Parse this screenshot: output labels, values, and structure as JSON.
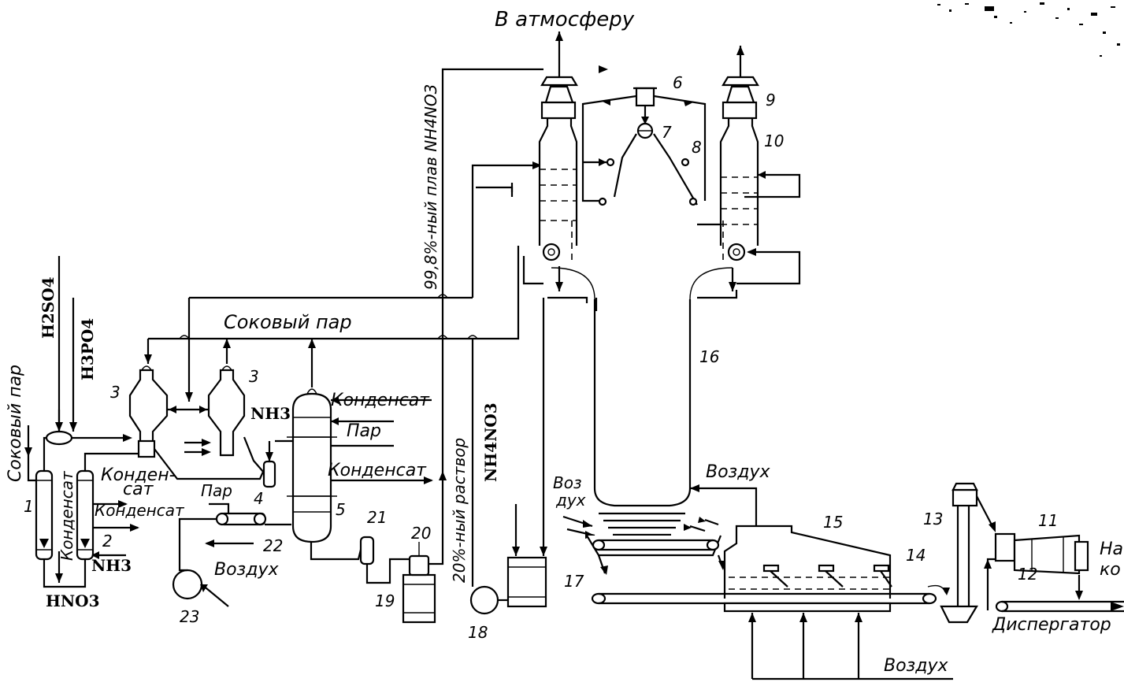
{
  "labels": {
    "atmosphere": "В атмосферу",
    "melt": "99,8%-ный плав NH4NO3",
    "juice_steam": "Соковый пар",
    "juice_steam_left": "Соковый пар",
    "h2so4": "H2SO4",
    "h3po4": "H3PO4",
    "hno3": "HNO3",
    "nh3_bottom": "NH3",
    "nh3_top": "NH3",
    "condensate_vert": "Конденсат",
    "condensate_1": "Конден-",
    "condensate_1b": "сат",
    "condensate_2": "Конденсат",
    "condensate_3": "Конденсат",
    "condensate_4": "Конденсат",
    "steam_1": "Пар",
    "steam_2": "Пар",
    "air_1": "Воздух",
    "air_2": "Воздух",
    "air_3": "Воздух",
    "air_4a": "Воз",
    "air_4b": "дух",
    "solution": "20%-ный раствор",
    "solution_nh4": "NH4NO3",
    "dispergator": "Диспергатор",
    "out_a": "На",
    "out_b": "ко"
  },
  "numbers": [
    "1",
    "2",
    "3",
    "3",
    "4",
    "5",
    "6",
    "7",
    "8",
    "9",
    "10",
    "11",
    "12",
    "13",
    "14",
    "15",
    "16",
    "17",
    "18",
    "19",
    "20",
    "21",
    "22",
    "23"
  ]
}
